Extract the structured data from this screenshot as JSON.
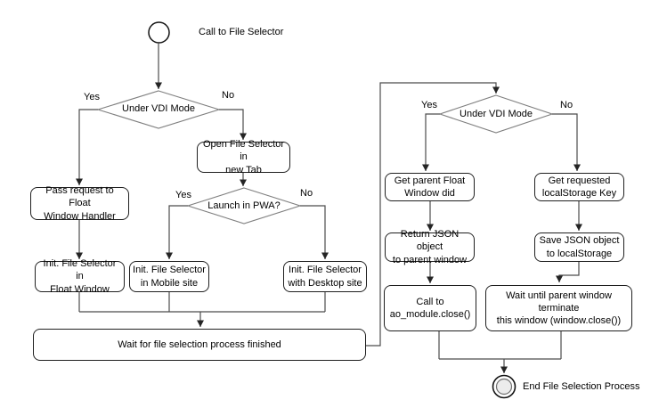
{
  "diagram": {
    "terminals": {
      "start": {
        "label": "Call to File Selector"
      },
      "end": {
        "label": "End File Selection Process"
      }
    },
    "decisions": {
      "vdi_left": {
        "label": "Under VDI Mode",
        "yes": "Yes",
        "no": "No"
      },
      "pwa": {
        "label": "Launch in PWA?",
        "yes": "Yes",
        "no": "No"
      },
      "vdi_right": {
        "label": "Under VDI Mode",
        "yes": "Yes",
        "no": "No"
      }
    },
    "processes": {
      "pass_request": {
        "label": "Pass request to Float\nWindow Handler"
      },
      "open_new_tab": {
        "label": "Open File Selector in\nnew Tab"
      },
      "init_float": {
        "label": "Init. File Selector in\nFloat Window"
      },
      "init_mobile": {
        "label": "Init. File Selector\nin Mobile site"
      },
      "init_desktop": {
        "label": "Init. File Selector\nwith Desktop site"
      },
      "wait_selection": {
        "label": "Wait for file selection process finished"
      },
      "get_parent": {
        "label": "Get parent Float\nWindow did"
      },
      "get_localstorage": {
        "label": "Get requested\nlocalStorage Key"
      },
      "return_json": {
        "label": "Return JSON object\nto parent window"
      },
      "save_json": {
        "label": "Save JSON object\nto localStorage"
      },
      "call_close": {
        "label": "Call to\nao_module.close()"
      },
      "wait_terminate": {
        "label": "Wait until parent window terminate\nthis window (window.close())"
      }
    },
    "flow": [
      {
        "from": "start",
        "to": "vdi_left"
      },
      {
        "from": "vdi_left",
        "to": "pass_request",
        "label": "Yes"
      },
      {
        "from": "vdi_left",
        "to": "open_new_tab",
        "label": "No"
      },
      {
        "from": "pass_request",
        "to": "init_float"
      },
      {
        "from": "open_new_tab",
        "to": "pwa"
      },
      {
        "from": "pwa",
        "to": "init_mobile",
        "label": "Yes"
      },
      {
        "from": "pwa",
        "to": "init_desktop",
        "label": "No"
      },
      {
        "from": "init_float",
        "to": "wait_selection"
      },
      {
        "from": "init_mobile",
        "to": "wait_selection"
      },
      {
        "from": "init_desktop",
        "to": "wait_selection"
      },
      {
        "from": "wait_selection",
        "to": "vdi_right"
      },
      {
        "from": "vdi_right",
        "to": "get_parent",
        "label": "Yes"
      },
      {
        "from": "vdi_right",
        "to": "get_localstorage",
        "label": "No"
      },
      {
        "from": "get_parent",
        "to": "return_json"
      },
      {
        "from": "get_localstorage",
        "to": "save_json"
      },
      {
        "from": "return_json",
        "to": "call_close"
      },
      {
        "from": "save_json",
        "to": "wait_terminate"
      },
      {
        "from": "call_close",
        "to": "end"
      },
      {
        "from": "wait_terminate",
        "to": "end"
      }
    ],
    "colors": {
      "connector": "#4c4c4c",
      "arrowhead": "#242424",
      "node_border": "#1f1f1f",
      "diamond_border": "#7f7f7f",
      "node_fill": "#ffffff",
      "end_inner_fill": "#ececec",
      "text": "#000000"
    }
  }
}
